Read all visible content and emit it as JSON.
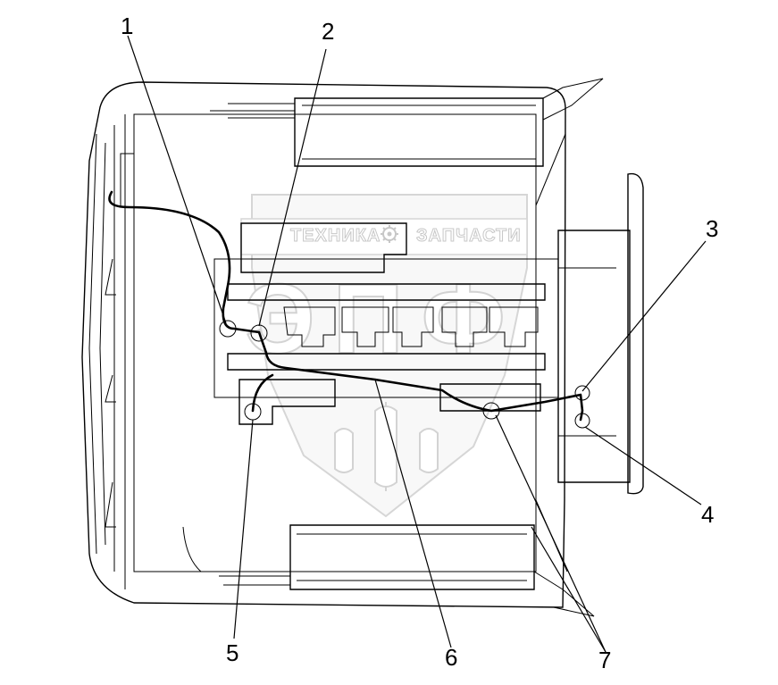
{
  "diagram": {
    "callouts": [
      "1",
      "2",
      "3",
      "4",
      "5",
      "6",
      "7"
    ]
  },
  "watermark": {
    "left_word": "ТЕХНИКА",
    "right_word": "ЗАПЧАСТИ",
    "letters": "ЭПФ",
    "icon": "gear-icon"
  }
}
